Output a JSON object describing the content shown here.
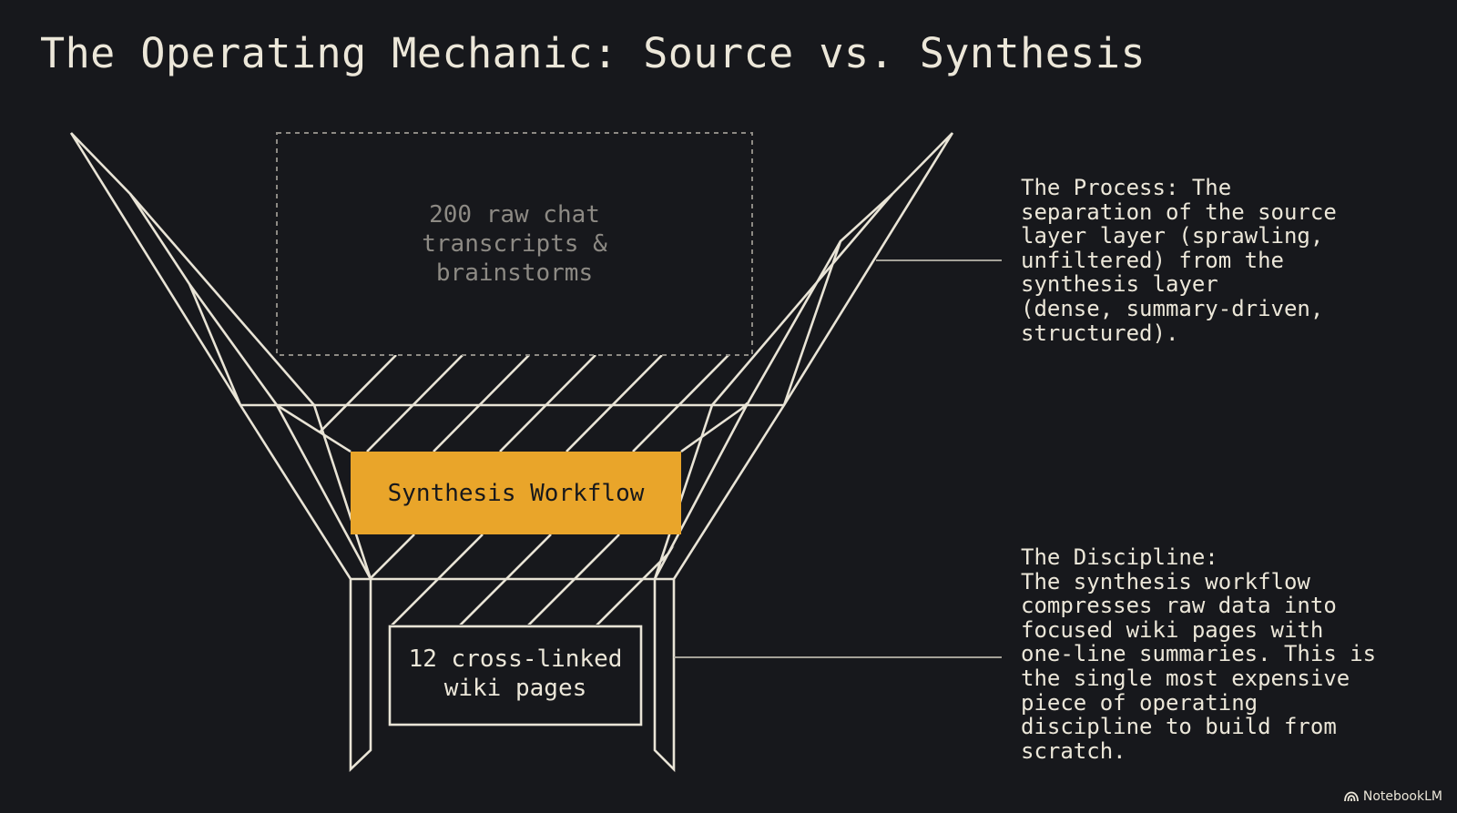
{
  "title": "The Operating Mechanic: Source vs. Synthesis",
  "diagram": {
    "source_box": "200 raw chat\ntranscripts &\nbrainstorms",
    "workflow_box": "Synthesis Workflow",
    "output_box": "12 cross-linked\nwiki pages"
  },
  "notes": {
    "process": "The Process: The\nseparation of the source\nlayer layer (sprawling,\nunfiltered) from the\nsynthesis layer\n(dense, summary-driven,\nstructured).",
    "discipline": "The Discipline:\nThe synthesis workflow\ncompresses raw data into\nfocused wiki pages with\none-line summaries. This is\nthe single most expensive\npiece of operating\ndiscipline to build from\nscratch."
  },
  "brand": {
    "name": "NotebookLM",
    "icon": "notebooklm-logo-icon"
  },
  "colors": {
    "background": "#17181c",
    "line": "#e9e4d6",
    "accent": "#e9a52a",
    "muted_text": "#8d8a84"
  }
}
